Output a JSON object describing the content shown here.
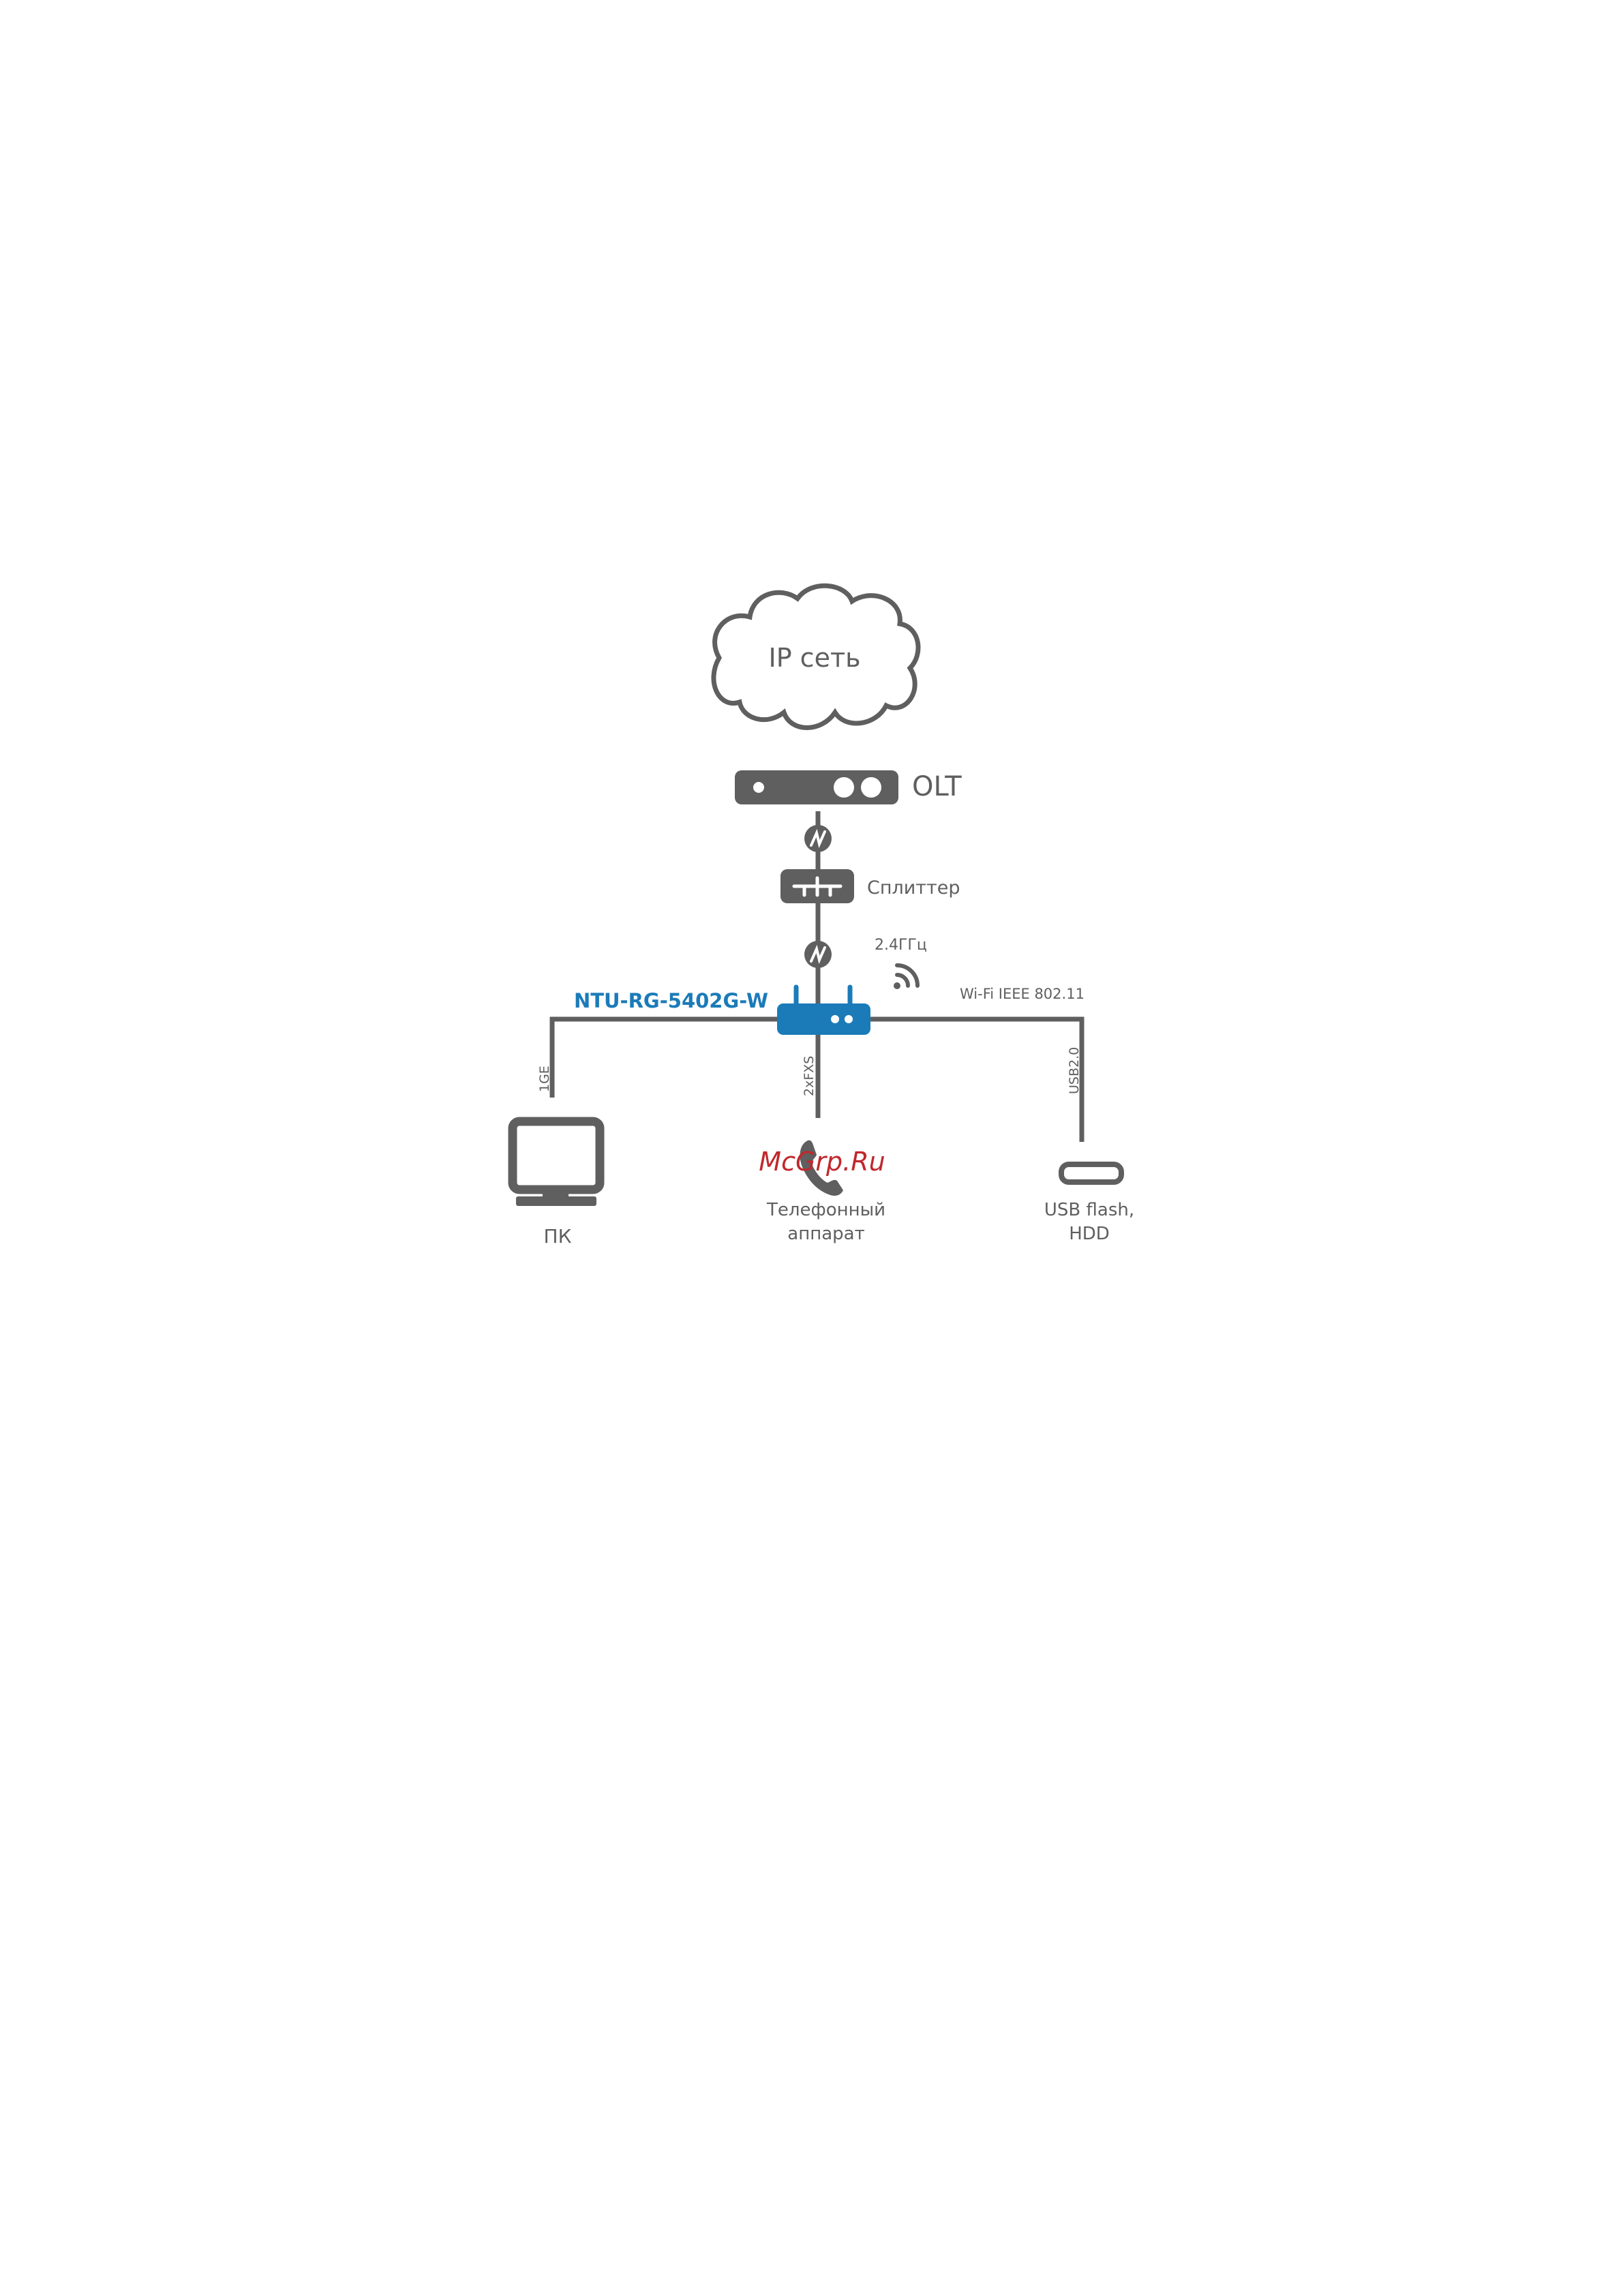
{
  "cloud": {
    "label": "IP сеть"
  },
  "olt": {
    "label": "OLT"
  },
  "splitter": {
    "label": "Сплиттер"
  },
  "router": {
    "label": "NTU-RG-5402G-W"
  },
  "wifi": {
    "band": "2.4ГГц",
    "standard": "Wi-Fi IEEE 802.11"
  },
  "links": {
    "pc": "1GE",
    "phone": "2xFXS",
    "usb": "USB2.0"
  },
  "pc": {
    "label": "ПК"
  },
  "phone": {
    "line1": "Телефонный",
    "line2": "аппарат"
  },
  "usb": {
    "line1": "USB flash,",
    "line2": "HDD"
  },
  "watermark": "McGrp.Ru",
  "colors": {
    "device": "#5f5f5f",
    "router": "#1b7bb8",
    "watermark": "#c0282d"
  }
}
